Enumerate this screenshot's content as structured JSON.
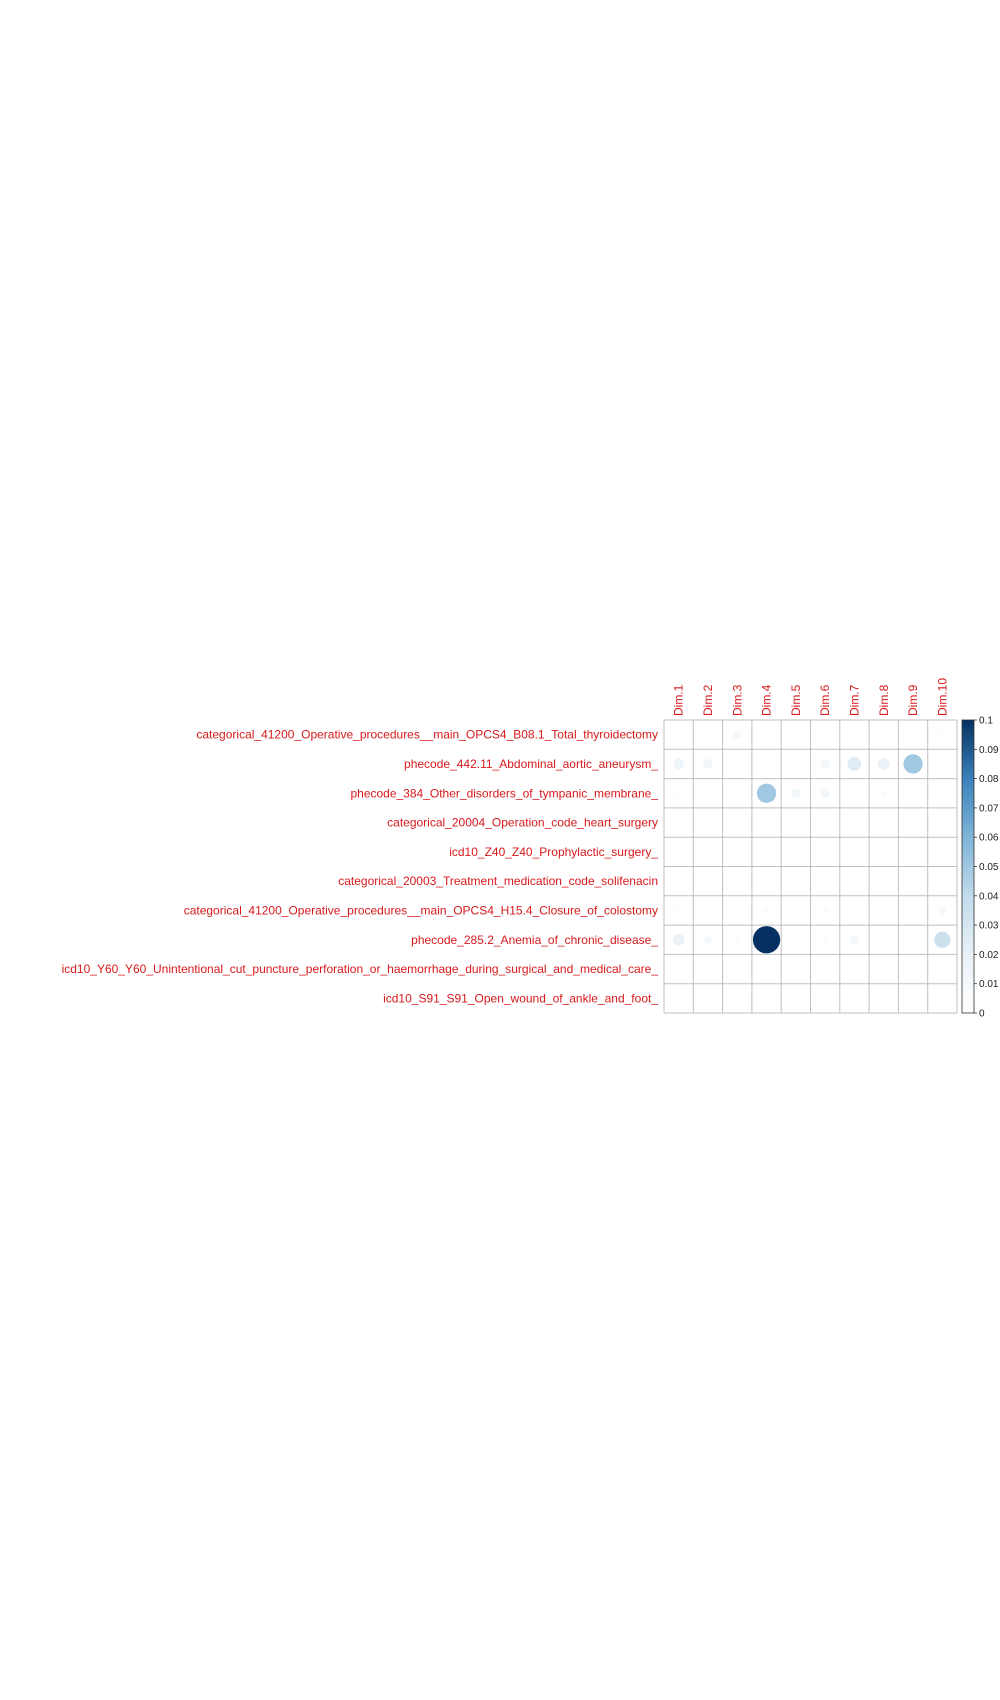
{
  "chart_data": {
    "type": "heatmap",
    "title": "",
    "columns": [
      "Dim.1",
      "Dim.2",
      "Dim.3",
      "Dim.4",
      "Dim.5",
      "Dim.6",
      "Dim.7",
      "Dim.8",
      "Dim.9",
      "Dim.10"
    ],
    "rows": [
      "categorical_41200_Operative_procedures__main_OPCS4_B08.1_Total_thyroidectomy",
      "phecode_442.11_Abdominal_aortic_aneurysm_",
      "phecode_384_Other_disorders_of_tympanic_membrane_",
      "categorical_20004_Operation_code_heart_surgery",
      "icd10_Z40_Z40_Prophylactic_surgery_",
      "categorical_20003_Treatment_medication_code_solifenacin",
      "categorical_41200_Operative_procedures__main_OPCS4_H15.4_Closure_of_colostomy",
      "phecode_285.2_Anemia_of_chronic_disease_",
      "icd10_Y60_Y60_Unintentional_cut_puncture_perforation_or_haemorrhage_during_surgical_and_medical_care_",
      "icd10_S91_S91_Open_wound_of_ankle_and_foot_"
    ],
    "values": [
      [
        0.0,
        0.0,
        0.01,
        0.0,
        0.0,
        0.0,
        0.0,
        0.0,
        0.002,
        0.004
      ],
      [
        0.015,
        0.013,
        0.0,
        0.0,
        0.0,
        0.012,
        0.025,
        0.018,
        0.05,
        0.0
      ],
      [
        0.004,
        0.003,
        0.0,
        0.05,
        0.012,
        0.012,
        0.0,
        0.005,
        0.0,
        0.0
      ],
      [
        0.0,
        0.0,
        0.0,
        0.002,
        0.0,
        0.0,
        0.003,
        0.0,
        0.0,
        0.0
      ],
      [
        0.001,
        0.001,
        0.0,
        0.0,
        0.0,
        0.0,
        0.0,
        0.0,
        0.0,
        0.0
      ],
      [
        0.0,
        0.0,
        0.0,
        0.0,
        0.0,
        0.0,
        0.0,
        0.0,
        0.0,
        0.0
      ],
      [
        0.004,
        0.003,
        0.0,
        0.005,
        0.0,
        0.005,
        0.0,
        0.0,
        0.0,
        0.008
      ],
      [
        0.018,
        0.008,
        0.004,
        0.1,
        0.0,
        0.005,
        0.01,
        0.0,
        0.0,
        0.035
      ],
      [
        0.003,
        0.0,
        0.0,
        0.0,
        0.0,
        0.0,
        0.0,
        0.0,
        0.0,
        0.0
      ],
      [
        0.0,
        0.0,
        0.0,
        0.0,
        0.0,
        0.0,
        0.0,
        0.0,
        0.0,
        0.0
      ]
    ],
    "colorbar": {
      "ticks": [
        "0.1",
        "0.09",
        "0.08",
        "0.07",
        "0.06",
        "0.05",
        "0.04",
        "0.03",
        "0.02",
        "0.01",
        "0"
      ],
      "range": [
        0,
        0.1
      ],
      "low_color": "#ffffff",
      "high_color": "#053061"
    },
    "label_color": "#d7191c",
    "grid": true
  }
}
